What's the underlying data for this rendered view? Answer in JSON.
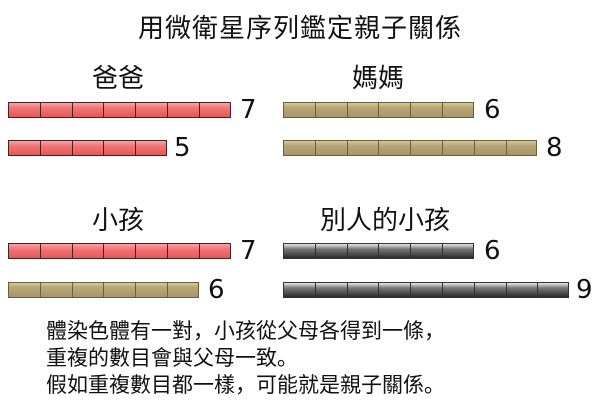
{
  "title": "用微衛星序列鑑定親子關係",
  "colors": {
    "dad": "#e86868",
    "mom": "#b0a274",
    "other": "#4a4a4a"
  },
  "groups": [
    {
      "label": "爸爸",
      "bars": [
        {
          "count": 7,
          "color": "red",
          "value": "7"
        },
        {
          "count": 5,
          "color": "red",
          "value": "5"
        }
      ]
    },
    {
      "label": "媽媽",
      "bars": [
        {
          "count": 6,
          "color": "tan",
          "value": "6"
        },
        {
          "count": 8,
          "color": "tan",
          "value": "8"
        }
      ]
    },
    {
      "label": "小孩",
      "bars": [
        {
          "count": 7,
          "color": "red",
          "value": "7"
        },
        {
          "count": 6,
          "color": "tan",
          "value": "6"
        }
      ]
    },
    {
      "label": "別人的小孩",
      "bars": [
        {
          "count": 6,
          "color": "dark",
          "value": "6"
        },
        {
          "count": 9,
          "color": "dark",
          "value": "9"
        }
      ]
    }
  ],
  "description": [
    "體染色體有一對，小孩從父母各得到一條，",
    "重複的數目會與父母一致。",
    "假如重複數目都一樣，可能就是親子關係。"
  ]
}
